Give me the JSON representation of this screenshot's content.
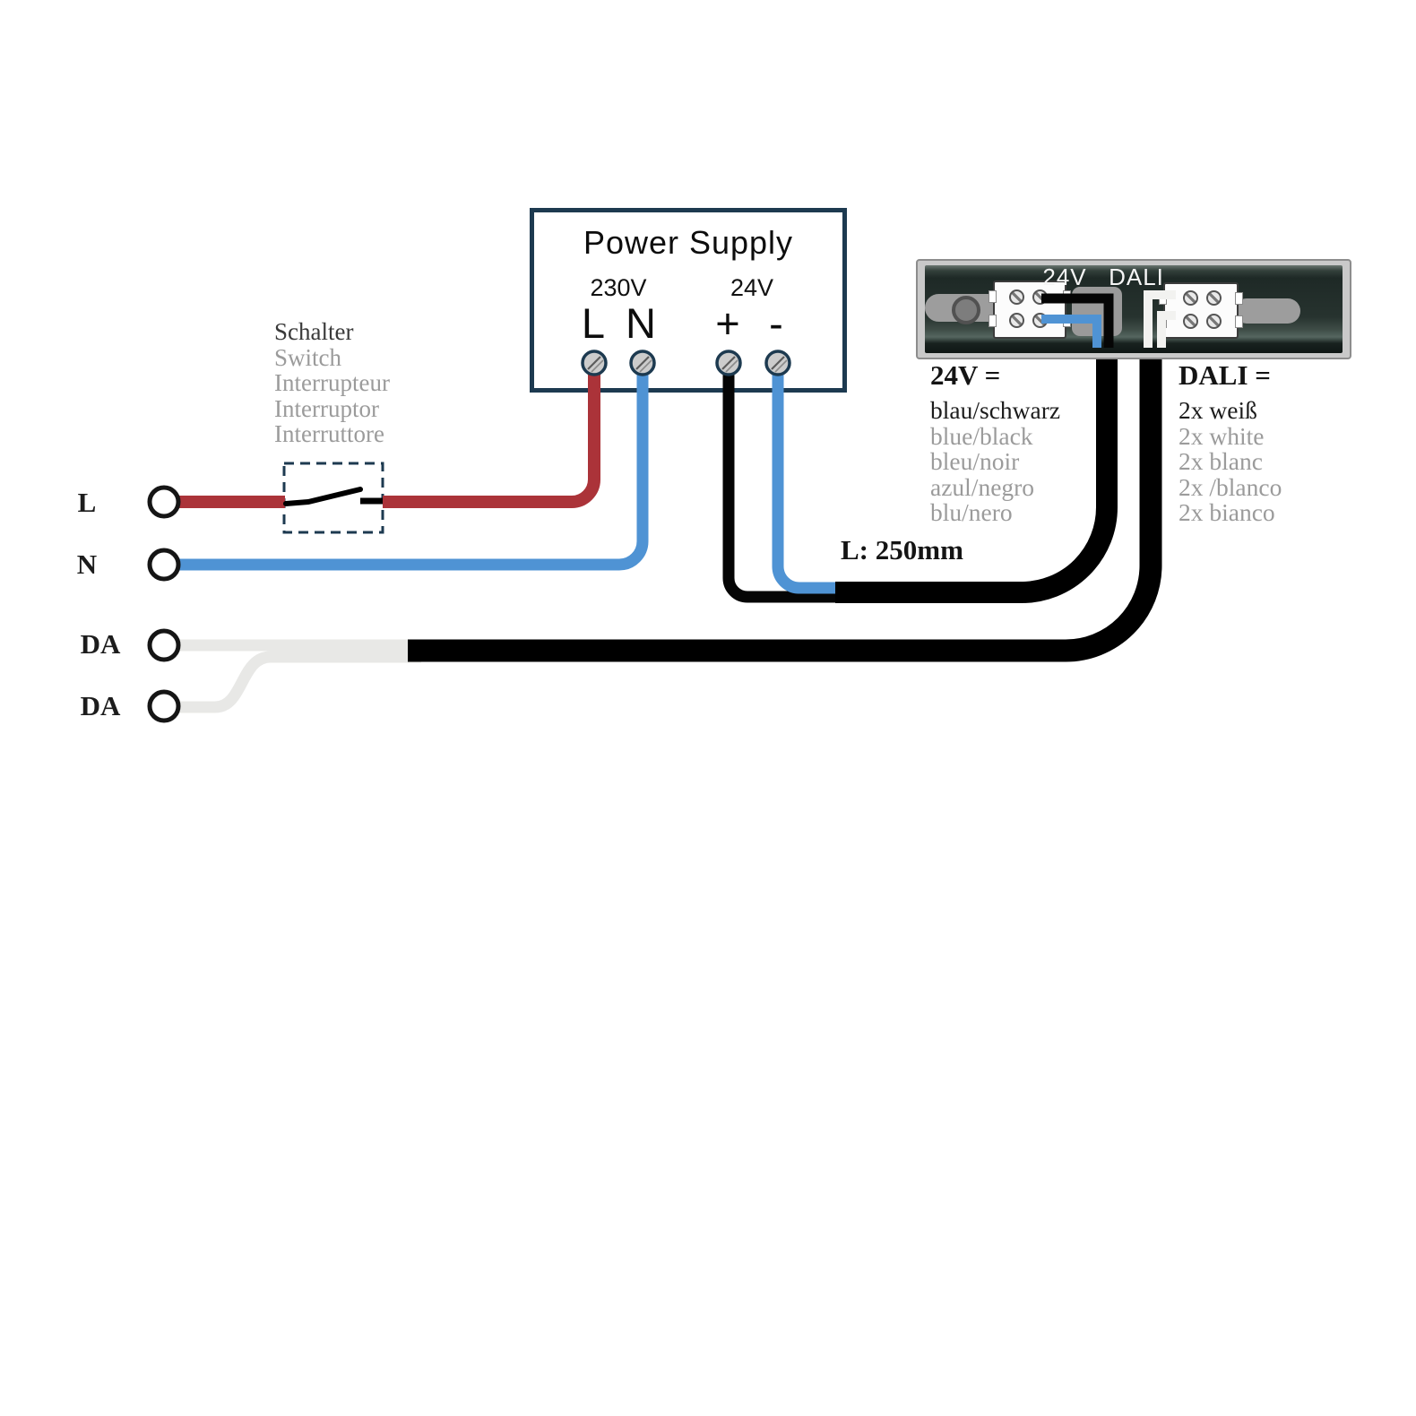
{
  "power_supply": {
    "title": "Power Supply",
    "input_voltage": "230V",
    "output_voltage": "24V",
    "terminals": {
      "live": "L",
      "neutral": "N",
      "plus": "+",
      "minus": "-"
    }
  },
  "switch_labels": {
    "de": "Schalter",
    "en": "Switch",
    "fr": "Interrupteur",
    "es": "Interruptor",
    "it": "Interruttore"
  },
  "input_terminals": {
    "live": "L",
    "neutral": "N",
    "dali_a": "DA",
    "dali_b": "DA"
  },
  "cable_length": "L: 250mm",
  "rail": {
    "label_24v": "24V",
    "label_dali": "DALI"
  },
  "legend_24v": {
    "title": "24V =",
    "primary": "blau/schwarz",
    "translations": [
      "blue/black",
      "bleu/noir",
      "azul/negro",
      "blu/nero"
    ]
  },
  "legend_dali": {
    "title": "DALI =",
    "primary": "2x weiß",
    "translations": [
      "2x white",
      "2x blanc",
      "2x /blanco",
      "2x bianco"
    ]
  },
  "colors": {
    "live_wire": "#ab3339",
    "neutral_wire": "#4f93d4",
    "dali_wire": "#e8e8e6",
    "cable": "#000000",
    "outline": "#1d3a50"
  }
}
